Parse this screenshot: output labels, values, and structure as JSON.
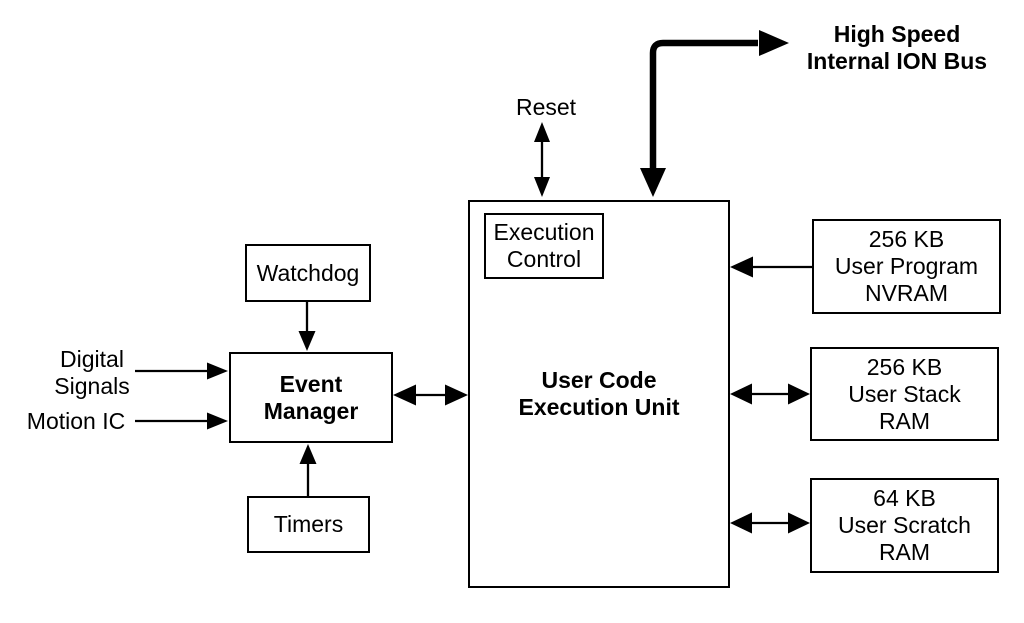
{
  "colors": {
    "ink": "#000000",
    "background": "#ffffff"
  },
  "labels": {
    "bus": {
      "lines": [
        "High Speed",
        "Internal ION Bus"
      ]
    },
    "reset": {
      "text": "Reset"
    },
    "digital_signals": {
      "lines": [
        "Digital",
        "Signals"
      ]
    },
    "motion_ic": {
      "text": "Motion IC"
    }
  },
  "blocks": {
    "watchdog": {
      "label": "Watchdog"
    },
    "event_manager": {
      "lines": [
        "Event",
        "Manager"
      ]
    },
    "timers": {
      "label": "Timers"
    },
    "user_code_execution_unit": {
      "lines": [
        "User Code",
        "Execution Unit"
      ]
    },
    "execution_control": {
      "lines": [
        "Execution",
        "Control"
      ]
    },
    "user_program_nvram": {
      "lines": [
        "256 KB",
        "User Program",
        "NVRAM"
      ]
    },
    "user_stack_ram": {
      "lines": [
        "256 KB",
        "User Stack",
        "RAM"
      ]
    },
    "user_scratch_ram": {
      "lines": [
        "64 KB",
        "User Scratch",
        "RAM"
      ]
    }
  },
  "connections": [
    {
      "from": "user_code_execution_unit",
      "to": "high_speed_internal_ion_bus",
      "direction": "bidirectional",
      "style": "thick-elbow"
    },
    {
      "from": "reset",
      "to": "user_code_execution_unit",
      "direction": "bidirectional",
      "style": "thin"
    },
    {
      "from": "watchdog",
      "to": "event_manager",
      "direction": "one-way",
      "style": "thin"
    },
    {
      "from": "timers",
      "to": "event_manager",
      "direction": "one-way",
      "style": "thin"
    },
    {
      "from": "digital_signals",
      "to": "event_manager",
      "direction": "one-way",
      "style": "thin"
    },
    {
      "from": "motion_ic",
      "to": "event_manager",
      "direction": "one-way",
      "style": "thin"
    },
    {
      "from": "event_manager",
      "to": "user_code_execution_unit",
      "direction": "bidirectional",
      "style": "thin"
    },
    {
      "from": "user_program_nvram",
      "to": "user_code_execution_unit",
      "direction": "one-way",
      "style": "thin"
    },
    {
      "from": "user_stack_ram",
      "to": "user_code_execution_unit",
      "direction": "bidirectional",
      "style": "thin"
    },
    {
      "from": "user_scratch_ram",
      "to": "user_code_execution_unit",
      "direction": "bidirectional",
      "style": "thin"
    }
  ]
}
